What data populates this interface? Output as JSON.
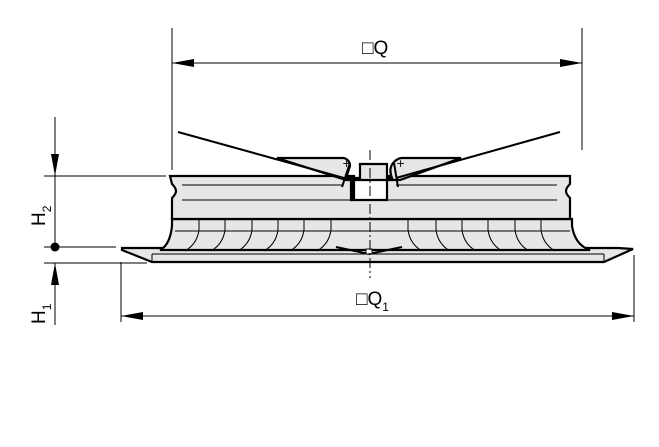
{
  "drawing": {
    "dimensions": {
      "width_top": {
        "symbol": "□",
        "letter": "Q",
        "subscript": ""
      },
      "width_bottom": {
        "symbol": "□",
        "letter": "Q",
        "subscript": "1"
      },
      "height_upper": {
        "letter": "H",
        "subscript": "2"
      },
      "height_lower": {
        "letter": "H",
        "subscript": "1"
      }
    },
    "colors": {
      "line": "#000000",
      "fill": "#e6e6e6"
    }
  }
}
